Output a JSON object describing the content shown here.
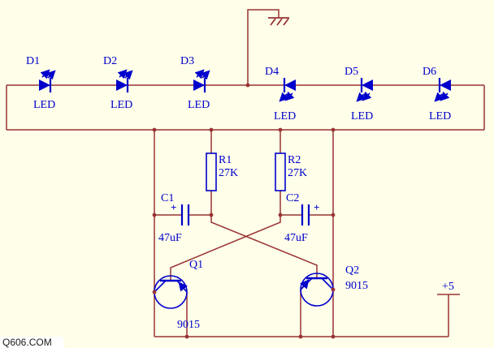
{
  "colors": {
    "background": "#FEFEE9",
    "wire": "#993333",
    "symbol": "#0000CC",
    "text": "#0000CC",
    "watermark": "#1A1A1A"
  },
  "components": {
    "leds": [
      {
        "id": "D1",
        "label": "LED"
      },
      {
        "id": "D2",
        "label": "LED"
      },
      {
        "id": "D3",
        "label": "LED"
      },
      {
        "id": "D4",
        "label": "LED"
      },
      {
        "id": "D5",
        "label": "LED"
      },
      {
        "id": "D6",
        "label": "LED"
      }
    ],
    "resistors": [
      {
        "id": "R1",
        "value": "27K"
      },
      {
        "id": "R2",
        "value": "27K"
      }
    ],
    "capacitors": [
      {
        "id": "C1",
        "value": "47uF",
        "polarity": "+"
      },
      {
        "id": "C2",
        "value": "47uF",
        "polarity": "+"
      }
    ],
    "transistors": [
      {
        "id": "Q1",
        "model": "9015"
      },
      {
        "id": "Q2",
        "model": "9015"
      }
    ]
  },
  "power": {
    "label": "+5"
  },
  "watermark": "Q606.COM"
}
